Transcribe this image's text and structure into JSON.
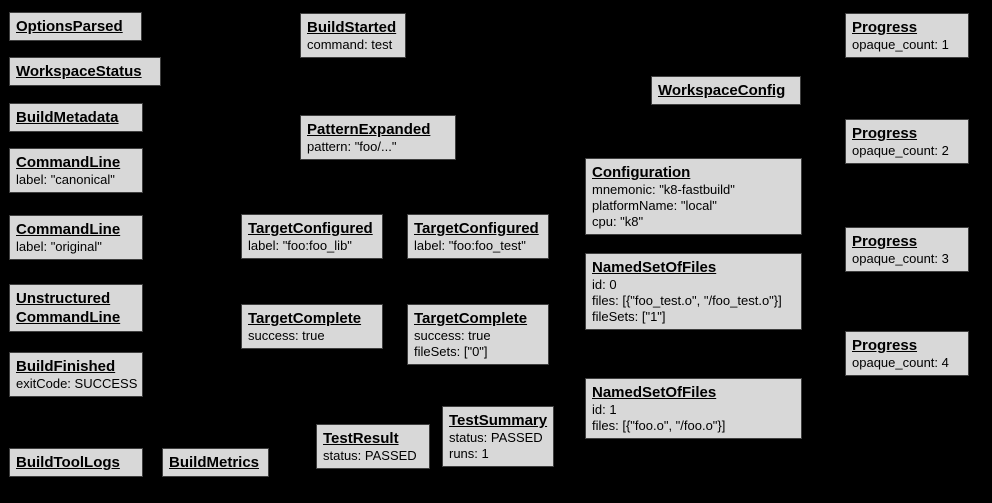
{
  "diagram": {
    "description": "Build event protocol graph: event nodes on black background",
    "colors": {
      "background": "#000000",
      "node_fill": "#d8d8d8",
      "node_border": "#3f3f3f",
      "text": "#000000"
    },
    "nodes": [
      {
        "name": "options-parsed",
        "title_lines": [
          "OptionsParsed"
        ],
        "detail_lines": []
      },
      {
        "name": "workspace-status",
        "title_lines": [
          "WorkspaceStatus"
        ],
        "detail_lines": []
      },
      {
        "name": "build-metadata",
        "title_lines": [
          "BuildMetadata"
        ],
        "detail_lines": []
      },
      {
        "name": "command-line-canonical",
        "title_lines": [
          "CommandLine"
        ],
        "detail_lines": [
          "label: \"canonical\""
        ]
      },
      {
        "name": "command-line-original",
        "title_lines": [
          "CommandLine"
        ],
        "detail_lines": [
          "label: \"original\""
        ]
      },
      {
        "name": "unstructured-command-line",
        "title_lines": [
          "Unstructured",
          "CommandLine"
        ],
        "detail_lines": []
      },
      {
        "name": "build-finished",
        "title_lines": [
          "BuildFinished"
        ],
        "detail_lines": [
          "exitCode: SUCCESS"
        ]
      },
      {
        "name": "build-tool-logs",
        "title_lines": [
          "BuildToolLogs"
        ],
        "detail_lines": []
      },
      {
        "name": "build-metrics",
        "title_lines": [
          "BuildMetrics"
        ],
        "detail_lines": []
      },
      {
        "name": "build-started",
        "title_lines": [
          "BuildStarted"
        ],
        "detail_lines": [
          "command: test"
        ]
      },
      {
        "name": "pattern-expanded",
        "title_lines": [
          "PatternExpanded"
        ],
        "detail_lines": [
          "pattern: \"foo/...\""
        ]
      },
      {
        "name": "target-configured-lib",
        "title_lines": [
          "TargetConfigured"
        ],
        "detail_lines": [
          "label: \"foo:foo_lib\""
        ]
      },
      {
        "name": "target-configured-test",
        "title_lines": [
          "TargetConfigured"
        ],
        "detail_lines": [
          "label: \"foo:foo_test\""
        ]
      },
      {
        "name": "target-complete-lib",
        "title_lines": [
          "TargetComplete"
        ],
        "detail_lines": [
          "success: true"
        ]
      },
      {
        "name": "target-complete-test",
        "title_lines": [
          "TargetComplete"
        ],
        "detail_lines": [
          "success: true",
          "fileSets: [\"0\"]"
        ]
      },
      {
        "name": "test-result",
        "title_lines": [
          "TestResult"
        ],
        "detail_lines": [
          "status: PASSED"
        ]
      },
      {
        "name": "test-summary",
        "title_lines": [
          "TestSummary"
        ],
        "detail_lines": [
          "status: PASSED",
          "runs: 1"
        ]
      },
      {
        "name": "workspace-config",
        "title_lines": [
          "WorkspaceConfig"
        ],
        "detail_lines": []
      },
      {
        "name": "configuration",
        "title_lines": [
          "Configuration"
        ],
        "detail_lines": [
          "mnemonic: \"k8-fastbuild\"",
          "platformName: \"local\"",
          "cpu: \"k8\""
        ]
      },
      {
        "name": "named-set-of-files-0",
        "title_lines": [
          "NamedSetOfFiles"
        ],
        "detail_lines": [
          "id: 0",
          "files: [{\"foo_test.o\", \"/foo_test.o\"}]",
          "fileSets: [\"1\"]"
        ]
      },
      {
        "name": "named-set-of-files-1",
        "title_lines": [
          "NamedSetOfFiles"
        ],
        "detail_lines": [
          "id: 1",
          "files: [{\"foo.o\", \"/foo.o\"}]"
        ]
      },
      {
        "name": "progress-1",
        "title_lines": [
          "Progress"
        ],
        "detail_lines": [
          "opaque_count: 1"
        ]
      },
      {
        "name": "progress-2",
        "title_lines": [
          "Progress"
        ],
        "detail_lines": [
          "opaque_count: 2"
        ]
      },
      {
        "name": "progress-3",
        "title_lines": [
          "Progress"
        ],
        "detail_lines": [
          "opaque_count: 3"
        ]
      },
      {
        "name": "progress-4",
        "title_lines": [
          "Progress"
        ],
        "detail_lines": [
          "opaque_count: 4"
        ]
      }
    ]
  }
}
